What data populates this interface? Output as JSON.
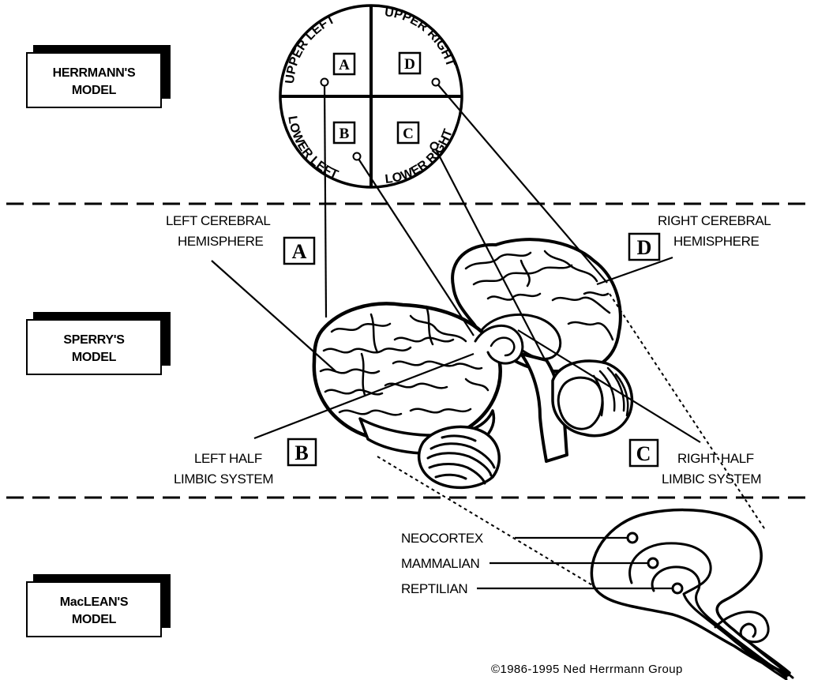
{
  "models": {
    "herrmann": "HERRMANN'S MODEL",
    "sperry": "SPERRY'S MODEL",
    "maclean": "MacLEAN'S MODEL"
  },
  "herrmann_quadrants": {
    "upper_left": "UPPER LEFT",
    "upper_right": "UPPER RIGHT",
    "lower_left": "LOWER LEFT",
    "lower_right": "LOWER RIGHT",
    "letters": {
      "a": "A",
      "b": "B",
      "c": "C",
      "d": "D"
    }
  },
  "sperry_labels": {
    "left_cerebral_1": "LEFT CEREBRAL",
    "left_cerebral_2": "HEMISPHERE",
    "right_cerebral_1": "RIGHT CEREBRAL",
    "right_cerebral_2": "HEMISPHERE",
    "left_limbic_1": "LEFT HALF",
    "left_limbic_2": "LIMBIC SYSTEM",
    "right_limbic_1": "RIGHT HALF",
    "right_limbic_2": "LIMBIC SYSTEM",
    "letters": {
      "a": "A",
      "b": "B",
      "c": "C",
      "d": "D"
    }
  },
  "maclean_labels": {
    "neocortex": "NEOCORTEX",
    "mammalian": "MAMMALIAN",
    "reptilian": "REPTILIAN"
  },
  "copyright": "©1986-1995 Ned Herrmann Group",
  "colors": {
    "ink": "#000000",
    "paper": "#ffffff"
  }
}
